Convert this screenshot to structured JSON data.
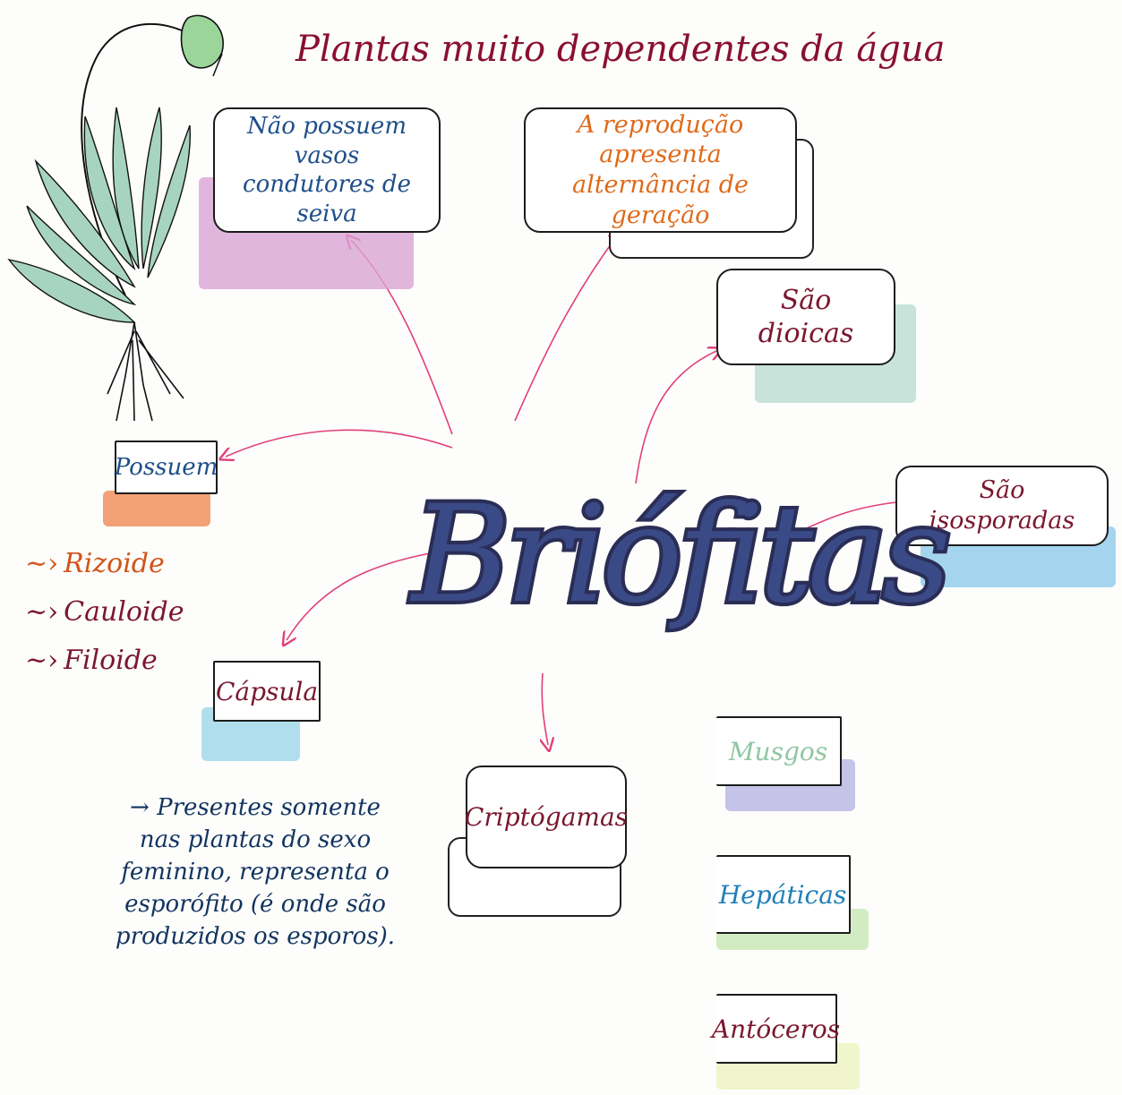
{
  "main_title": "Briófitas",
  "header": "Plantas muito dependentes da água",
  "nodes": {
    "vasos": "Não possuem vasos condutores de seiva",
    "reproducao": "A reprodução apresenta alternância de geração",
    "dioicas": "São dioicas",
    "isosporadas": "São isosporadas",
    "possuem": "Possuem",
    "capsula": "Cápsula",
    "criptogamas": "Criptógamas",
    "musgos": "Musgos",
    "hepaticas": "Hepáticas",
    "antoceros": "Antóceros"
  },
  "possuem_list": [
    "Rizoide",
    "Cauloide",
    "Filoide"
  ],
  "capsula_note": "→ Presentes somente nas plantas do sexo feminino, representa o esporófito (é onde são produzidos os esporos).",
  "colors": {
    "header": "#8a1030",
    "vasos_text": "#1e4f8a",
    "vasos_wash": "#d9a4d6",
    "reproducao_text": "#e06a1a",
    "dioicas_text": "#7a1730",
    "dioicas_wash": "#b9dcd2",
    "isosporadas_text": "#7a1730",
    "isosporadas_wash": "#8fc9ec",
    "possuem_text": "#1e4f8a",
    "possuem_wash": "#f08a55",
    "capsula_text": "#7a1730",
    "capsula_wash": "#9dd6ea",
    "criptogamas_text": "#7a1730",
    "musgos_text": "#8fc7a2",
    "musgos_wash": "#b8b4e3",
    "hepaticas_text": "#1e7fb8",
    "hepaticas_wash": "#c8e6b4",
    "antoceros_text": "#7a1730",
    "antoceros_wash": "#eef3bf",
    "arrows": "#e0407a",
    "rizoide": "#d2541b",
    "cauloide": "#7a1730",
    "filoide": "#7a1730",
    "title_fill": "#3a4a86"
  },
  "icons": [
    "plant-illustration-icon",
    "leaf-bud-icon"
  ]
}
